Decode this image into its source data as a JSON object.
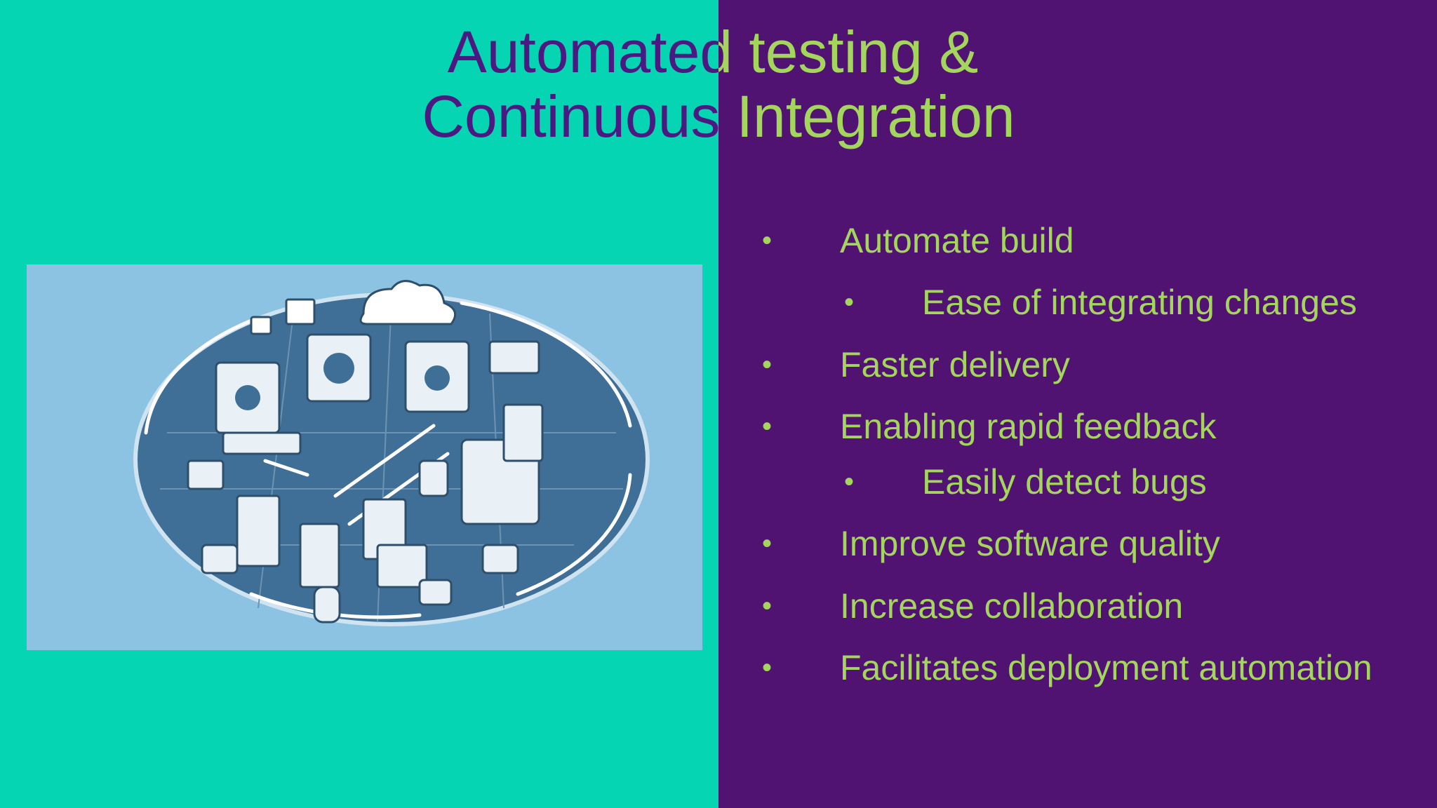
{
  "slide": {
    "title_line1": "Automated testing &",
    "title_line2": "Continuous Integration",
    "bullets": [
      {
        "text": "Automate build",
        "level": 1
      },
      {
        "text": "Ease of integrating changes",
        "level": 2
      },
      {
        "text": "Faster delivery",
        "level": 1
      },
      {
        "text": "Enabling rapid feedback",
        "level": 1
      },
      {
        "text": "Easily detect bugs",
        "level": 2
      },
      {
        "text": "Improve software quality",
        "level": 1
      },
      {
        "text": "Increase collaboration",
        "level": 1
      },
      {
        "text": "Facilitates deployment automation",
        "level": 1
      }
    ],
    "bullet_glyph": "•"
  },
  "colors": {
    "left_background": "#06D5B4",
    "right_background": "#511372",
    "title_left": "#4A1A82",
    "title_right": "#A4D55C",
    "bullet_text": "#A4D55C",
    "illustration_background": "#8CC3E2"
  },
  "illustration": {
    "icon": "ci-cd-pipeline-illustration"
  }
}
